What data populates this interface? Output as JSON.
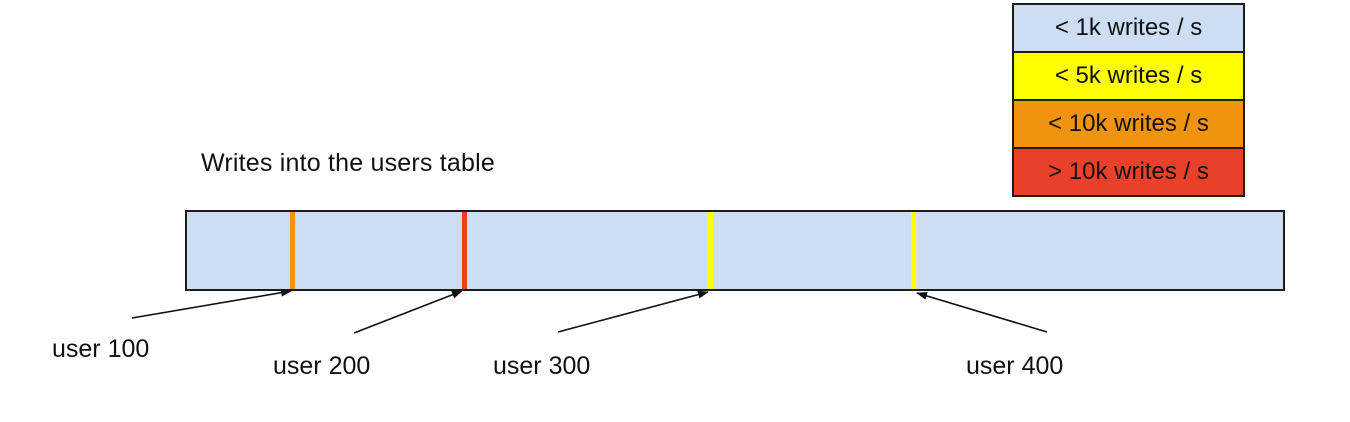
{
  "title": "Writes into the users table",
  "colors": {
    "table_fill": "#cdddf2",
    "blue": "#cdddf2",
    "yellow": "#ffff00",
    "orange": "#f0930f",
    "red": "#e8402a",
    "outline": "#1c1c1c"
  },
  "legend": {
    "items": [
      {
        "label": "< 1k writes / s",
        "color": "#cdddf2"
      },
      {
        "label": "< 5k writes / s",
        "color": "#ffff00"
      },
      {
        "label": "< 10k writes / s",
        "color": "#f0930f"
      },
      {
        "label": "> 10k writes / s",
        "color": "#e8402a"
      }
    ]
  },
  "users": [
    {
      "label": "user 100",
      "stripe_color": "#f0930f",
      "rate": "< 10k writes / s"
    },
    {
      "label": "user 200",
      "stripe_color": "#e8402a",
      "rate": "> 10k writes / s"
    },
    {
      "label": "user 300",
      "stripe_color": "#ffff00",
      "rate": "< 5k writes / s"
    },
    {
      "label": "user 400",
      "stripe_color": "#ffff00",
      "rate": "< 5k writes / s"
    }
  ]
}
